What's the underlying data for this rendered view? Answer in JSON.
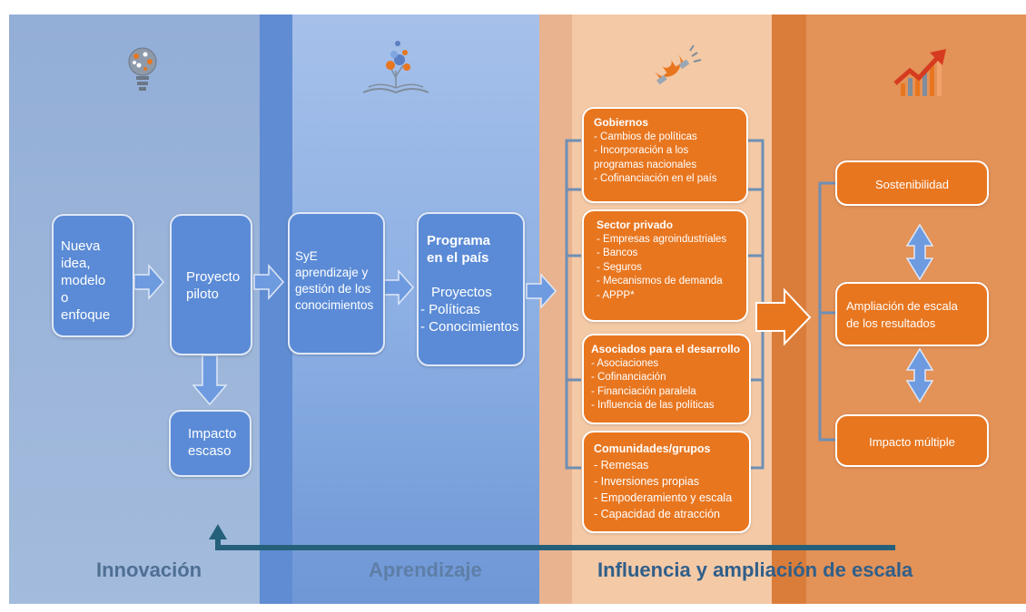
{
  "phases": {
    "innovation": "Innovación",
    "learning": "Aprendizaje",
    "influence": "Influencia y ampliación de escala"
  },
  "icons": [
    "lightbulb-icon",
    "knowledge-book-icon",
    "magnet-icon",
    "growth-chart-icon"
  ],
  "innovation": {
    "new_idea": [
      "Nueva",
      "idea,",
      "modelo",
      "o",
      "enfoque"
    ],
    "pilot": [
      "Proyecto",
      "piloto"
    ],
    "low_impact": [
      "Impacto",
      "escaso"
    ]
  },
  "learning": {
    "me": [
      "SyE",
      "aprendizaje y",
      "gestión de los",
      "conocimientos"
    ],
    "country_program": {
      "title": [
        "Programa",
        "en el país"
      ],
      "items": [
        "Proyectos",
        "- Políticas",
        "- Conocimientos"
      ]
    }
  },
  "influence": {
    "groups": [
      {
        "title": "Gobiernos",
        "items": [
          "- Cambios de políticas",
          "- Incorporación a los",
          "programas nacionales",
          "- Cofinanciación en el país"
        ]
      },
      {
        "title": "Sector privado",
        "items": [
          "- Empresas agroindustriales",
          "- Bancos",
          "- Seguros",
          "- Mecanismos de demanda",
          "- APPP*"
        ]
      },
      {
        "title": "Asociados para el desarrollo",
        "items": [
          "- Asociaciones",
          "- Cofinanciación",
          "- Financiación paralela",
          "- Influencia de las políticas"
        ]
      },
      {
        "title": "Comunidades/grupos",
        "items": [
          "- Remesas",
          "- Inversiones propias",
          "- Empoderamiento y escala",
          "- Capacidad de atracción"
        ]
      }
    ]
  },
  "scale": {
    "sustainability": "Sostenibilidad",
    "scaling_results": [
      "Ampliación de escala",
      "de los resultados"
    ],
    "multiple_impact": "Impacto múltiple"
  },
  "colors": {
    "blue_box": "#5b8bd6",
    "orange_box": "#e8761f",
    "feedback_arrow": "#25607a",
    "phase_text": "#4f6f93",
    "influence_text": "#2f5f8a"
  }
}
